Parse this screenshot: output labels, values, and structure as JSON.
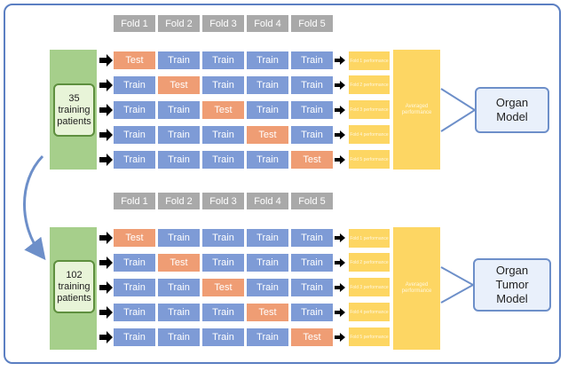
{
  "fold_headers": [
    "Fold 1",
    "Fold 2",
    "Fold 3",
    "Fold 4",
    "Fold 5"
  ],
  "test_label": "Test",
  "train_label": "Train",
  "fold_performance": [
    "Fold 1 performance",
    "Fold 2 performance",
    "Fold 3 performance",
    "Fold 4 performance",
    "Fold 5 performance"
  ],
  "averaged_performance": "Averaged performance",
  "top": {
    "patient_count": "35",
    "patient_line2": "training",
    "patient_line3": "patients",
    "model_line1": "Organ",
    "model_line2": "Model",
    "model_line3": ""
  },
  "bottom": {
    "patient_count": "102",
    "patient_line2": "training",
    "patient_line3": "patients",
    "model_line1": "Organ",
    "model_line2": "Tumor",
    "model_line3": "Model"
  },
  "colors": {
    "train": "#7e9bd6",
    "test": "#ef9d74",
    "fold_header": "#a9a9a9",
    "green": "#a6cf8b",
    "yellow": "#fdd663",
    "model_border": "#6d8fc9"
  }
}
